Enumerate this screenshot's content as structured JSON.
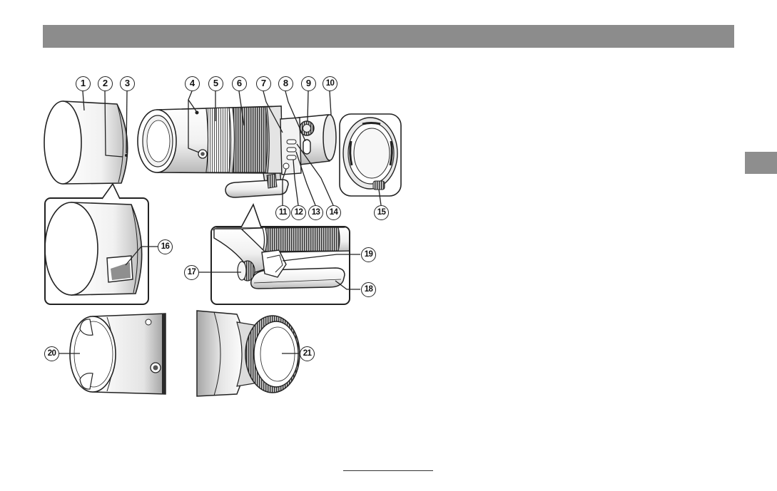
{
  "colors": {
    "header_bar": "#8c8c8c",
    "chapter_tab": "#8e8e8e",
    "line_art": "#222222",
    "footer_rule": "#333333"
  },
  "callouts": [
    {
      "label": "1"
    },
    {
      "label": "2"
    },
    {
      "label": "3"
    },
    {
      "label": "4"
    },
    {
      "label": "5"
    },
    {
      "label": "6"
    },
    {
      "label": "7"
    },
    {
      "label": "8"
    },
    {
      "label": "9"
    },
    {
      "label": "10"
    },
    {
      "label": "11"
    },
    {
      "label": "12"
    },
    {
      "label": "13"
    },
    {
      "label": "14"
    },
    {
      "label": "15"
    },
    {
      "label": "16"
    },
    {
      "label": "17"
    },
    {
      "label": "18"
    },
    {
      "label": "19"
    },
    {
      "label": "20"
    },
    {
      "label": "21"
    }
  ]
}
